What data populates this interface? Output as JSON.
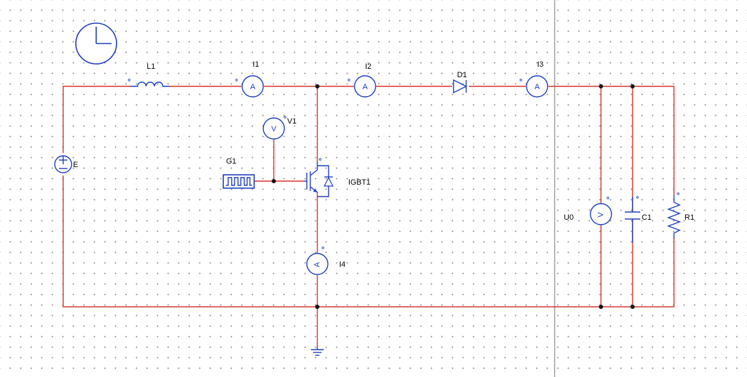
{
  "labels": {
    "L1": "L1",
    "I1": "I1",
    "I2": "I2",
    "D1": "D1",
    "I3": "I3",
    "V1": "V1",
    "G1": "G1",
    "IGBT1": "IGBT1",
    "E": "E",
    "I4": "I4",
    "U0": "U0",
    "C1": "C1",
    "R1": "R1"
  },
  "meter_symbols": {
    "ammeter": "A",
    "voltmeter": "V"
  },
  "colors": {
    "wire": "#d9342b",
    "component": "#1f3fbf",
    "splitter": "#a0a0a0",
    "grid_dot": "#8c8c8c"
  }
}
